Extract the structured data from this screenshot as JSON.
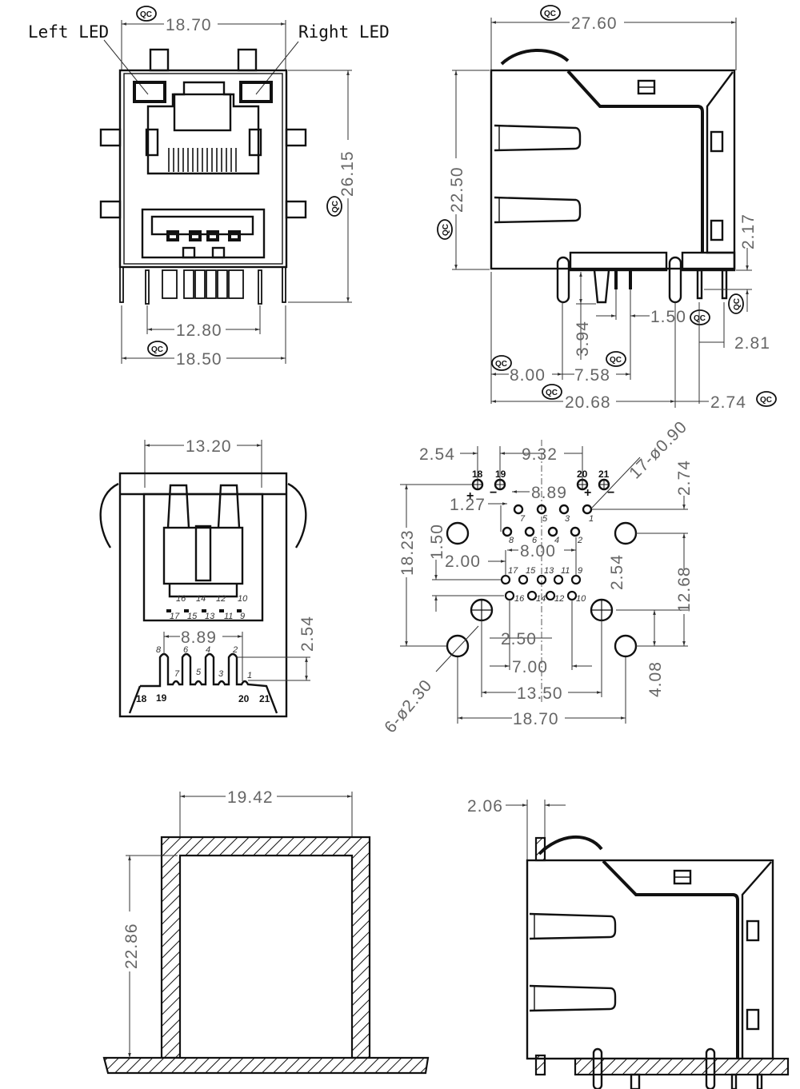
{
  "drawing": {
    "title": "RJ45 + USB stacked connector mechanical drawing",
    "front_view": {
      "labels": {
        "left_led": "Left  LED",
        "right_led": "Right  LED"
      },
      "dimensions": {
        "top_width": "18.70",
        "height": "26.15",
        "pin_span": "12.80",
        "bottom_width": "18.50"
      }
    },
    "side_view": {
      "dimensions": {
        "overall_length": "27.60",
        "body_height": "22.50",
        "pin_offset_right": "2.17",
        "pin_length": "3.94",
        "pin_pitch": "1.50",
        "pin_gap": "2.81",
        "front_to_post": "8.00",
        "post_to_pin": "7.58",
        "front_to_rear_post": "20.68",
        "rear_pin_offset": "2.74"
      }
    },
    "bottom_view": {
      "dimensions": {
        "window_width": "13.20",
        "pin_row_span": "8.89",
        "row_pitch": "2.54"
      },
      "usb_pins_upper": [
        "16",
        "14",
        "12",
        "10"
      ],
      "usb_pins_lower": [
        "17",
        "15",
        "13",
        "11",
        "9"
      ],
      "rj_pins_top": [
        "8",
        "6",
        "4",
        "2"
      ],
      "rj_pins_bottom": [
        "7",
        "5",
        "3",
        "1"
      ],
      "led_pins": [
        "18",
        "19",
        "20",
        "21"
      ]
    },
    "pcb_layout": {
      "dimensions": {
        "led_pitch": "2.54",
        "led_span": "9.32",
        "hole_spec": "17-ø0.90",
        "led_row_offset": "2.74",
        "rj_span": "8.89",
        "rj_stagger": "1.27",
        "overall_y": "18.23",
        "row_offset": "1.50",
        "usb_span": "8.00",
        "usb_offset": "2.00",
        "rj_row_pitch": "2.54",
        "mount_y": "12.68",
        "usb_half": "2.50",
        "usb_outer": "7.00",
        "mount_inner": "13.50",
        "mount_outer": "18.70",
        "mount_y2": "4.08",
        "mount_spec": "6-ø2.30"
      },
      "led_pins": [
        "18",
        "19",
        "20",
        "21"
      ],
      "polarity": [
        "+",
        "−",
        "+",
        "−"
      ],
      "rj_top_pins": [
        "7",
        "5",
        "3",
        "1"
      ],
      "rj_bottom_pins": [
        "8",
        "6",
        "4",
        "2"
      ],
      "usb_top_pins": [
        "17",
        "15",
        "13",
        "11",
        "9"
      ],
      "usb_bottom_pins": [
        "16",
        "14",
        "12",
        "10"
      ]
    },
    "panel_cutout": {
      "dimensions": {
        "width": "19.42",
        "height": "22.86"
      }
    },
    "panel_mount_view": {
      "dimensions": {
        "panel_thickness": "2.06"
      }
    },
    "qc_mark": "QC"
  }
}
